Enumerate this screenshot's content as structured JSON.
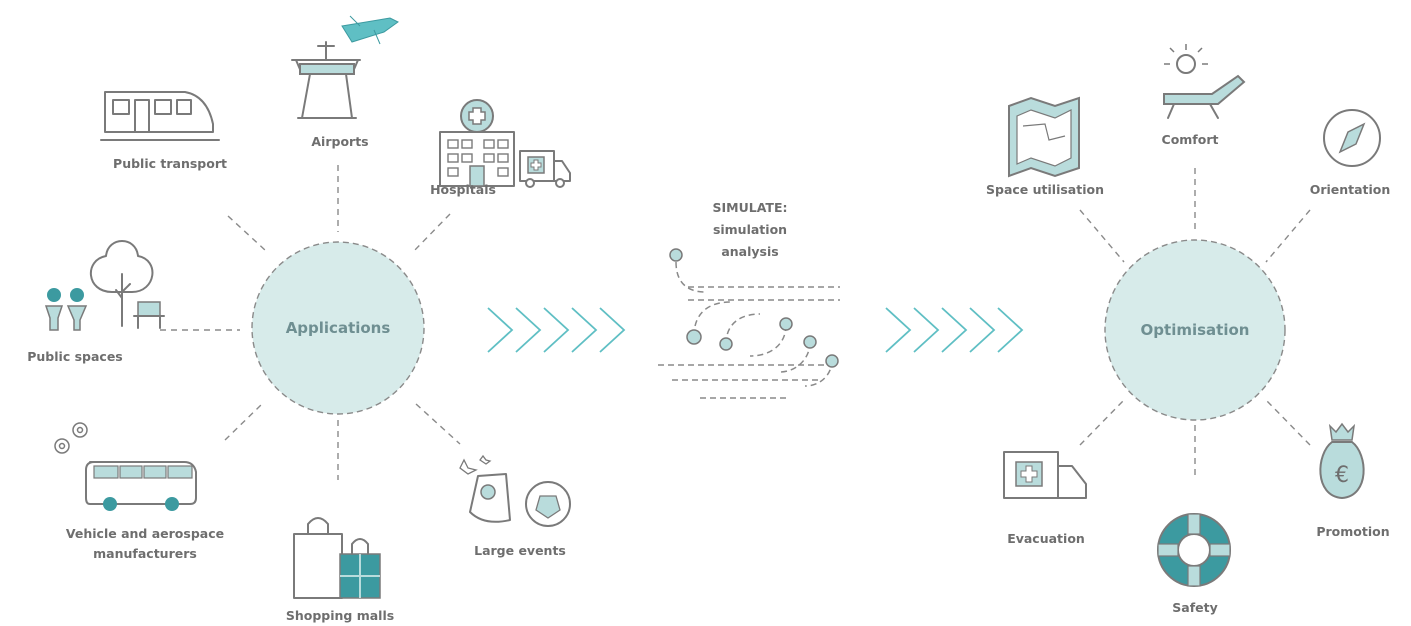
{
  "colors": {
    "hub_fill": "#d7ebea",
    "accent": "#5fbfc4",
    "teal_light": "#b9dcdc",
    "teal_dark": "#3c9aa0",
    "text_gray": "#6e6e6e"
  },
  "applications": {
    "hub_label": "Applications",
    "items": [
      {
        "label": "Public transport",
        "icon": "train-icon"
      },
      {
        "label": "Airports",
        "icon": "airport-tower-icon"
      },
      {
        "label": "Hospitals",
        "icon": "hospital-icon"
      },
      {
        "label": "Public spaces",
        "icon": "park-icon"
      },
      {
        "label": "Vehicle and aerospace",
        "label2": "manufacturers",
        "icon": "bus-icon"
      },
      {
        "label": "Shopping malls",
        "icon": "shopping-bags-icon"
      },
      {
        "label": "Large events",
        "icon": "stage-football-icon"
      }
    ]
  },
  "simulate": {
    "line1": "SIMULATE:",
    "line2": "simulation",
    "line3": "analysis"
  },
  "optimisation": {
    "hub_label": "Optimisation",
    "items": [
      {
        "label": "Space utilisation",
        "icon": "map-icon"
      },
      {
        "label": "Comfort",
        "icon": "lounger-icon"
      },
      {
        "label": "Orientation",
        "icon": "compass-icon"
      },
      {
        "label": "Evacuation",
        "icon": "ambulance-icon"
      },
      {
        "label": "Safety",
        "icon": "lifebuoy-icon"
      },
      {
        "label": "Promotion",
        "icon": "money-bag-icon"
      }
    ]
  }
}
